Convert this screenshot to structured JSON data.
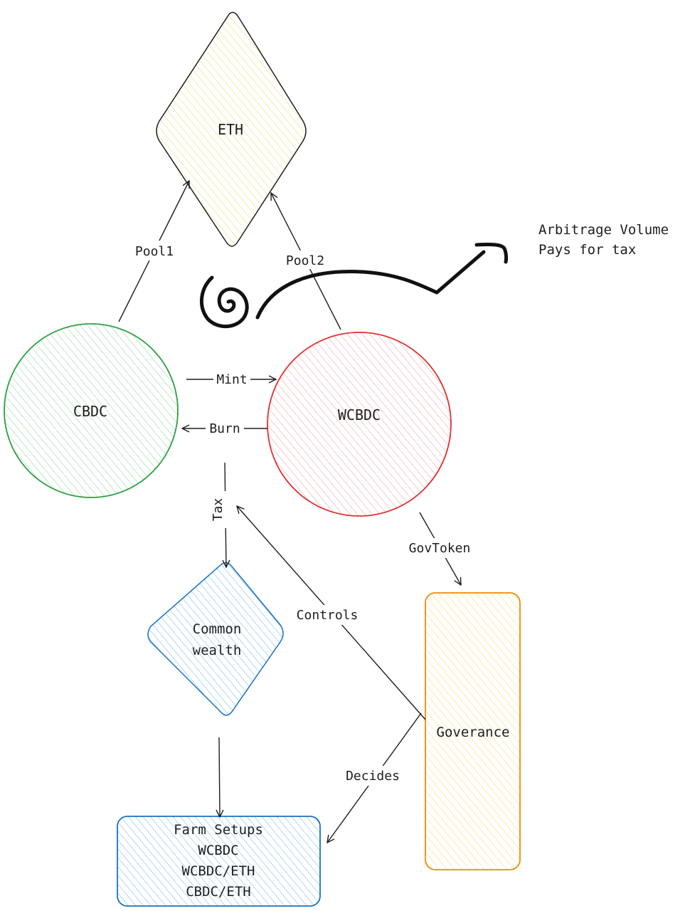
{
  "nodes": {
    "eth": {
      "label": "ETH"
    },
    "cbdc": {
      "label": "CBDC"
    },
    "wcbdc": {
      "label": "WCBDC"
    },
    "commonwealth": {
      "line1": "Common",
      "line2": "wealth"
    },
    "governance": {
      "label": "Goverance"
    },
    "farm": {
      "line1": "Farm Setups",
      "line2": "WCBDC",
      "line3": "WCBDC/ETH",
      "line4": "CBDC/ETH"
    }
  },
  "edges": {
    "pool1": "Pool1",
    "pool2": "Pool2",
    "mint": "Mint",
    "burn": "Burn",
    "tax": "Tax",
    "govtoken": "GovToken",
    "controls": "Controls",
    "decides": "Decides"
  },
  "note": {
    "line1": "Arbitrage Volume",
    "line2": "Pays for tax"
  },
  "colors": {
    "eth_fill": "#fff3bf",
    "cbdc_stroke": "#2f9e44",
    "cbdc_fill": "#b2f2bb",
    "wcbdc_stroke": "#e03131",
    "wcbdc_fill": "#ffc9c9",
    "blue_stroke": "#1971c2",
    "blue_fill": "#a5d8ff",
    "gov_stroke": "#f08c00",
    "gov_fill": "#ffec99"
  }
}
